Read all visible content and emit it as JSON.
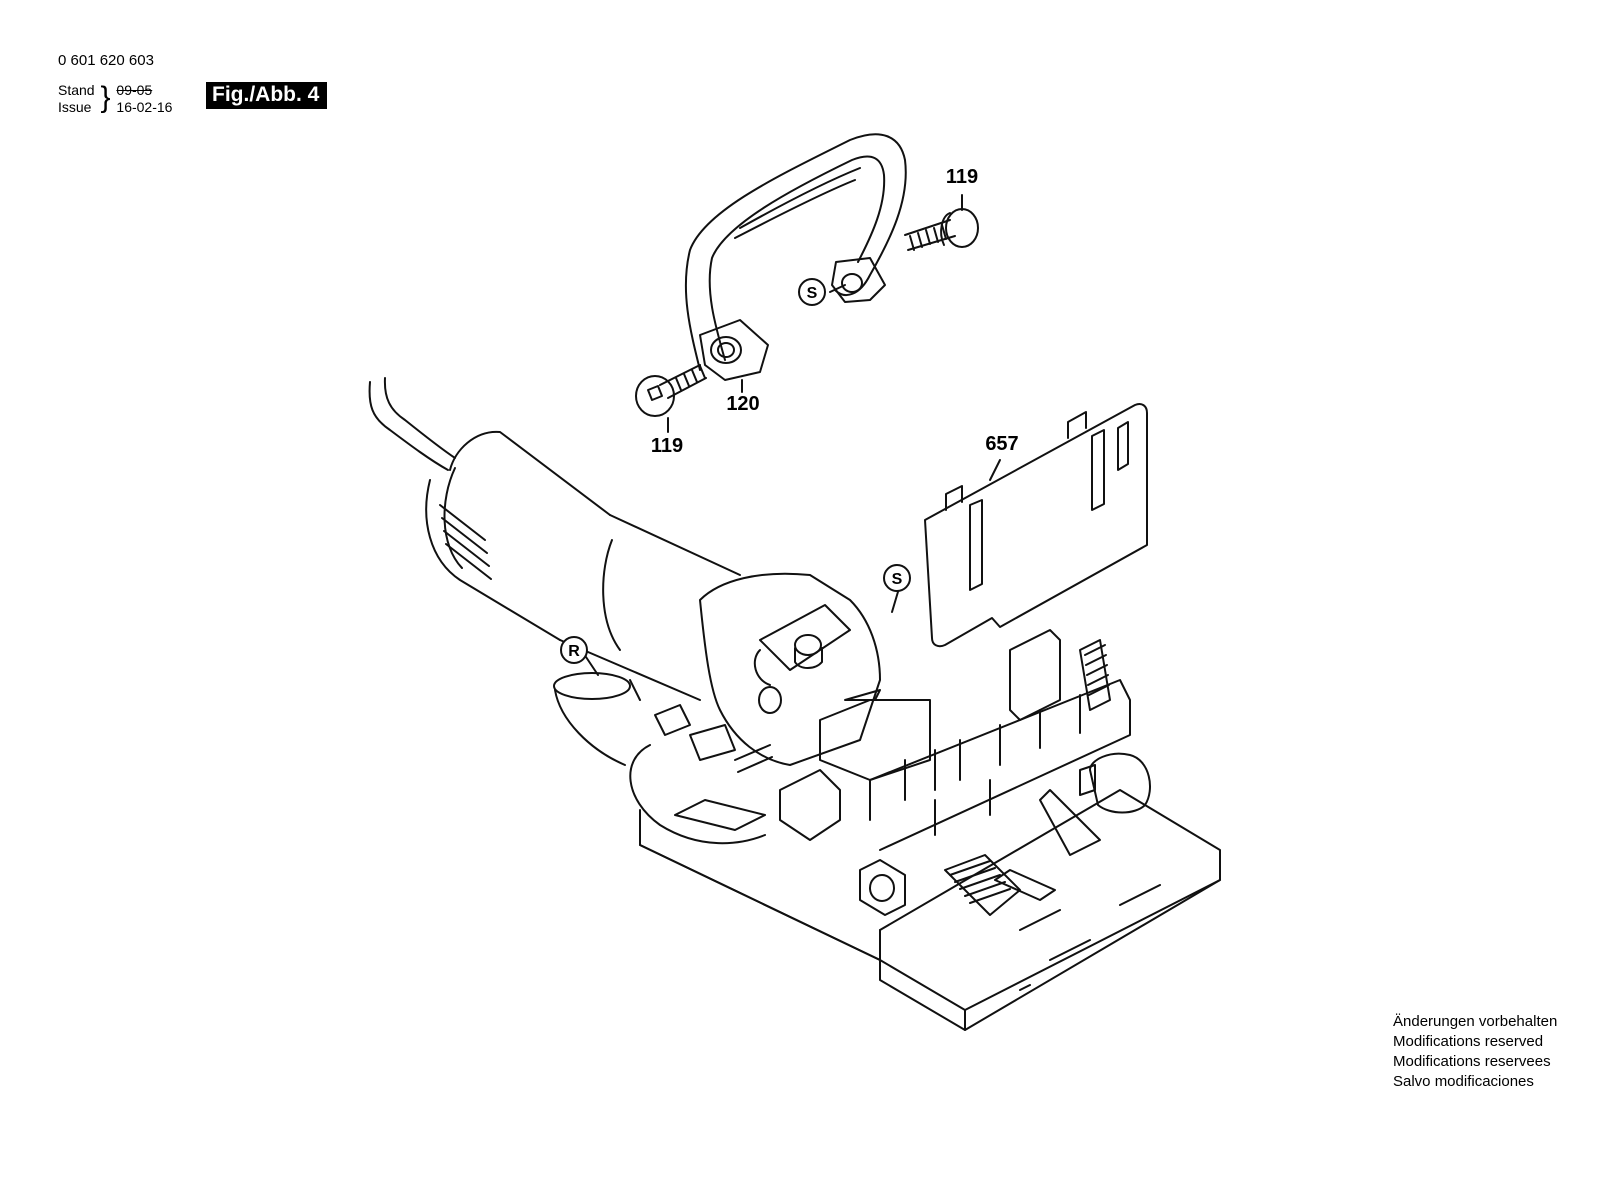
{
  "header": {
    "part_number": "0 601 620 603",
    "stand_label": "Stand",
    "issue_label": "Issue",
    "stand_date_old": "09-05",
    "issue_date": "16-02-16",
    "figure_label": "Fig./Abb. 4"
  },
  "callouts": {
    "screw_top": "119",
    "screw_left": "119",
    "handle": "120",
    "guard_plate": "657",
    "circle_s_top": "S",
    "circle_s_mid": "S",
    "circle_r": "R"
  },
  "footer_notes": [
    "Änderungen vorbehalten",
    "Modifications reserved",
    "Modifications reservees",
    "Salvo modificaciones"
  ]
}
